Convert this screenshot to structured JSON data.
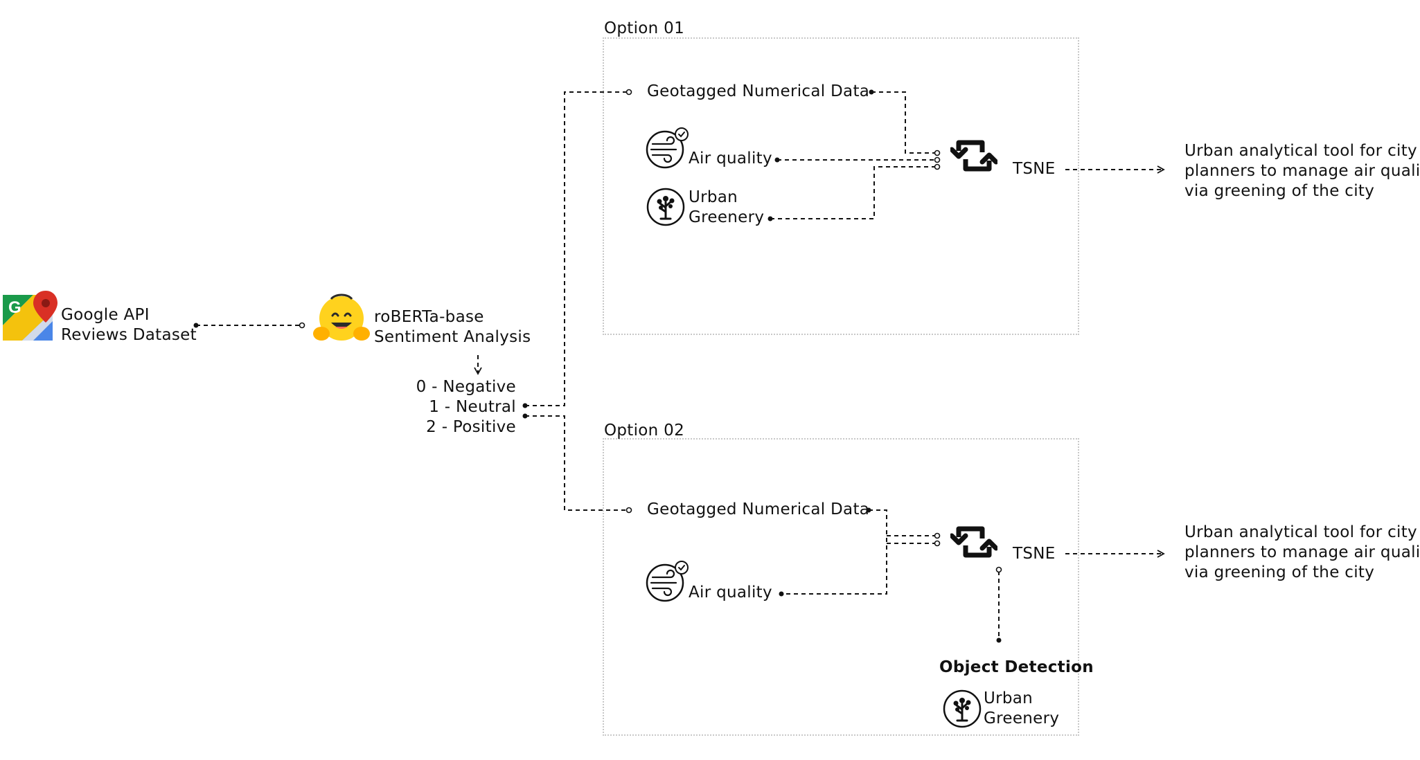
{
  "source": {
    "line1": "Google API",
    "line2": "Reviews Dataset",
    "icon": "google-maps-icon"
  },
  "model": {
    "line1": "roBERTa-base",
    "line2": "Sentiment Analysis",
    "icon": "hugging-face-icon"
  },
  "labels": [
    "0 - Negative",
    "1 - Neutral",
    "2 - Positive"
  ],
  "option1": {
    "title": "Option 01",
    "geo": "Geotagged Numerical Data",
    "air": "Air quality",
    "green1": "Urban",
    "green2": "Greenery",
    "tsne": "TSNE",
    "out1": "Urban analytical tool for city",
    "out2": "planners to manage air quality",
    "out3": "via greening of the city"
  },
  "option2": {
    "title": "Option 02",
    "geo": "Geotagged Numerical Data",
    "air": "Air quality",
    "tsne": "TSNE",
    "detect": "Object Detection",
    "green1": "Urban",
    "green2": "Greenery",
    "out1": "Urban analytical tool for city",
    "out2": "planners to manage air quality",
    "out3": "via greening of the city"
  },
  "icons": [
    "google-maps-icon",
    "hugging-face-icon",
    "air-quality-icon",
    "tree-icon",
    "loop-arrows-icon"
  ]
}
